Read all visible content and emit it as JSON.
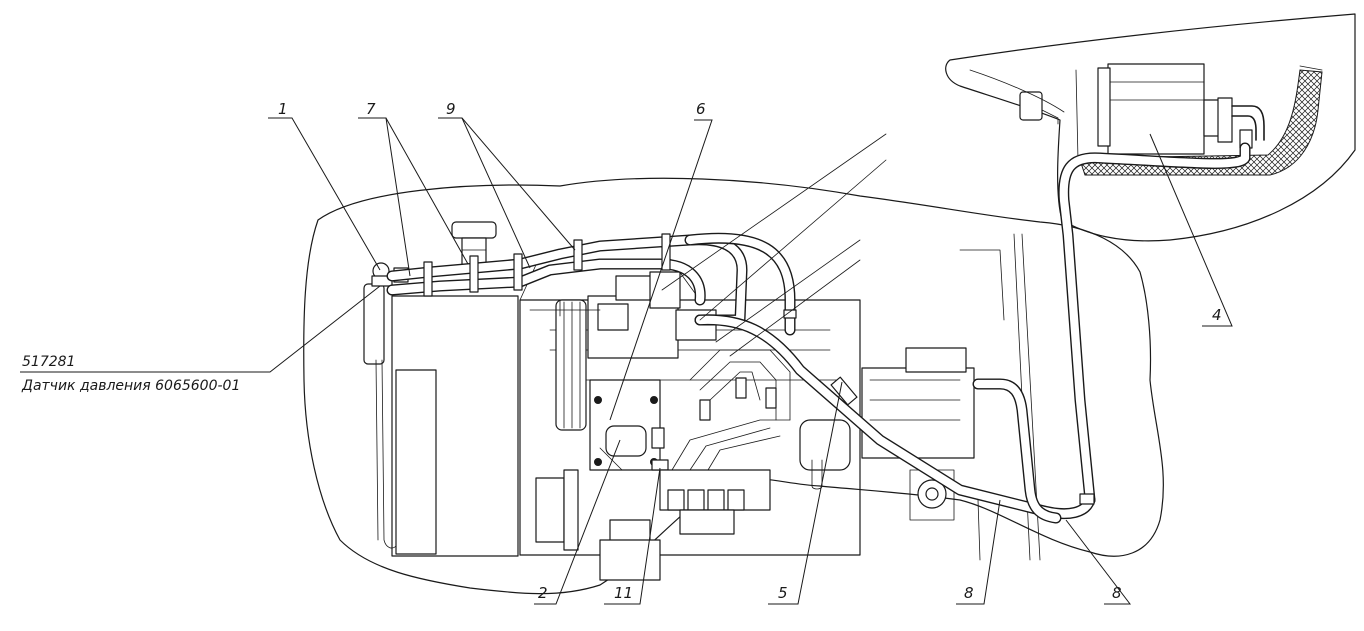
{
  "callouts": {
    "c1": "1",
    "c2": "2",
    "c4": "4",
    "c5": "5",
    "c6": "6",
    "c7": "7",
    "c8a": "8",
    "c8b": "8",
    "c9": "9",
    "c11": "11"
  },
  "note": {
    "code": "517281",
    "label": "Датчик давления 6065600-01"
  }
}
